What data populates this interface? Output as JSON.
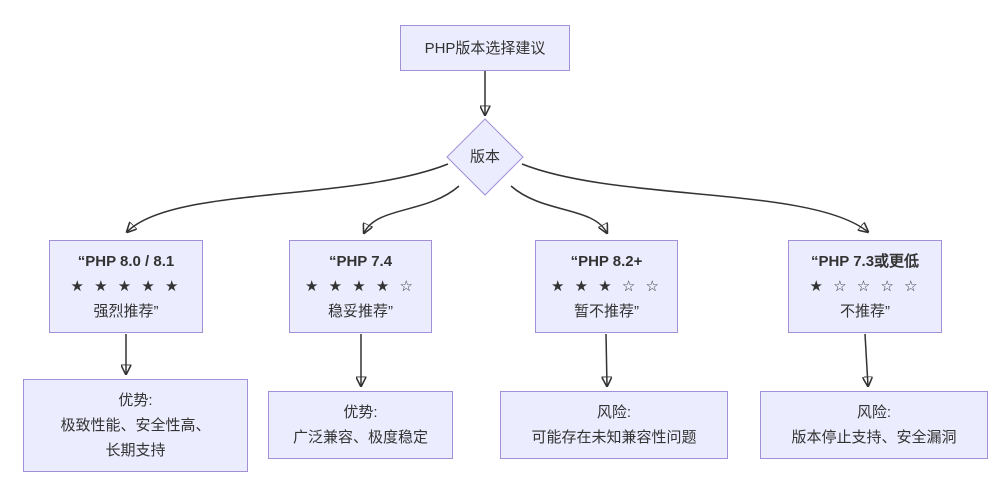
{
  "diagram": {
    "root": {
      "label": "PHP版本选择建议"
    },
    "decision": {
      "label": "版本"
    },
    "branches": [
      {
        "version": "“PHP 8.0 / 8.1",
        "stars": "★ ★ ★ ★ ★",
        "verdict": "强烈推荐”",
        "detail": {
          "line1": "优势:",
          "line2": "极致性能、安全性高、",
          "line3": "长期支持"
        }
      },
      {
        "version": "“PHP 7.4",
        "stars": "★ ★ ★ ★ ☆",
        "verdict": "稳妥推荐”",
        "detail": {
          "line1": "优势:",
          "line2": "广泛兼容、极度稳定"
        }
      },
      {
        "version": "“PHP 8.2+",
        "stars": "★ ★ ★ ☆ ☆",
        "verdict": "暂不推荐”",
        "detail": {
          "line1": "风险:",
          "line2": "可能存在未知兼容性问题"
        }
      },
      {
        "version": "“PHP 7.3或更低",
        "stars": "★ ☆ ☆ ☆ ☆",
        "verdict": "不推荐”",
        "detail": {
          "line1": "风险:",
          "line2": "版本停止支持、安全漏洞"
        }
      }
    ],
    "colors": {
      "node_fill": "#ECECFF",
      "node_border": "#A18FD8",
      "edge": "#333333",
      "text": "#333333"
    }
  }
}
